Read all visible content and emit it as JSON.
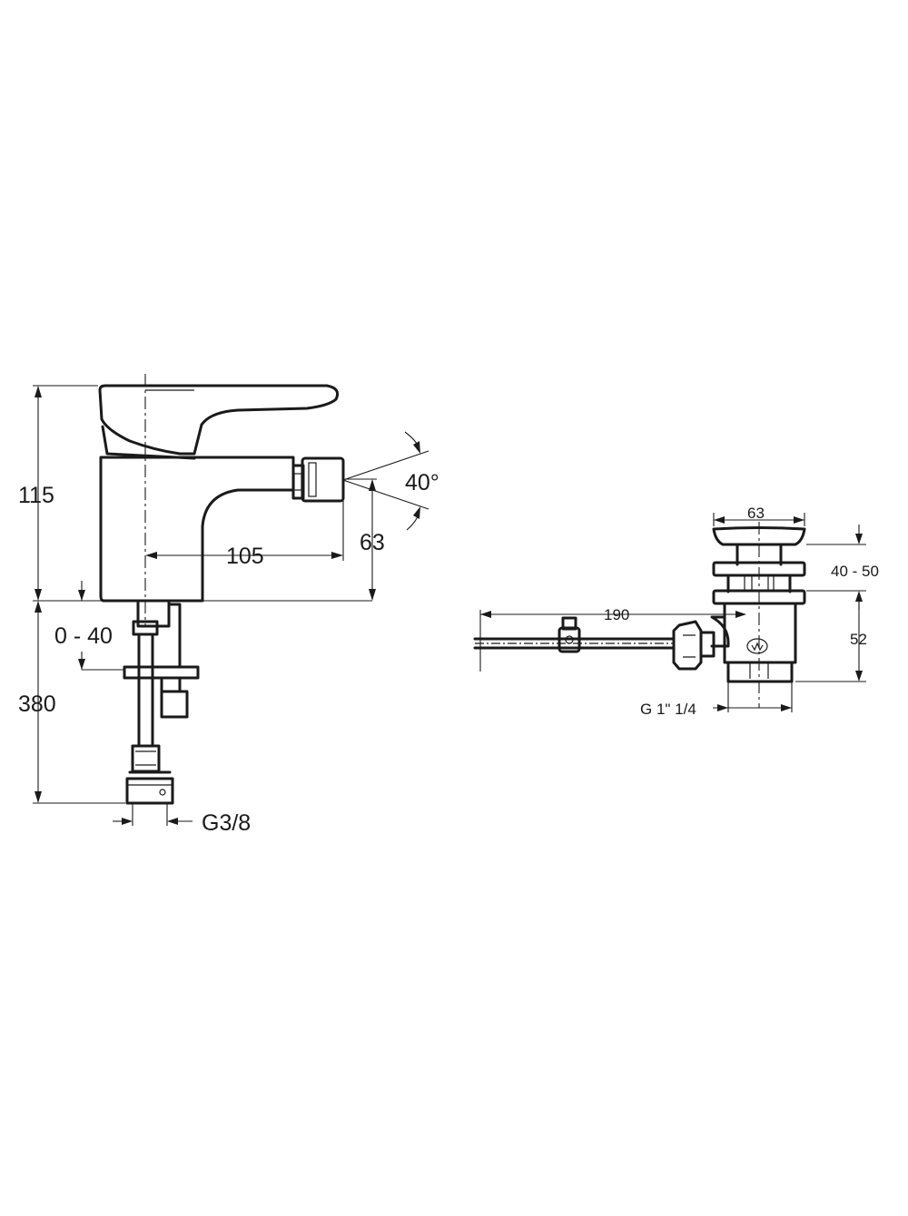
{
  "faucet": {
    "dims": {
      "height_body": "115",
      "spout_reach": "105",
      "spout_height": "63",
      "spray_angle": "40°",
      "adjust_range": "0 - 40",
      "hose_length": "380",
      "connection": "G3/8"
    }
  },
  "waste": {
    "dims": {
      "cap_diameter": "63",
      "height_range": "40 - 50",
      "body_height": "52",
      "rod_length": "190",
      "thread": "G 1\" 1/4"
    }
  }
}
